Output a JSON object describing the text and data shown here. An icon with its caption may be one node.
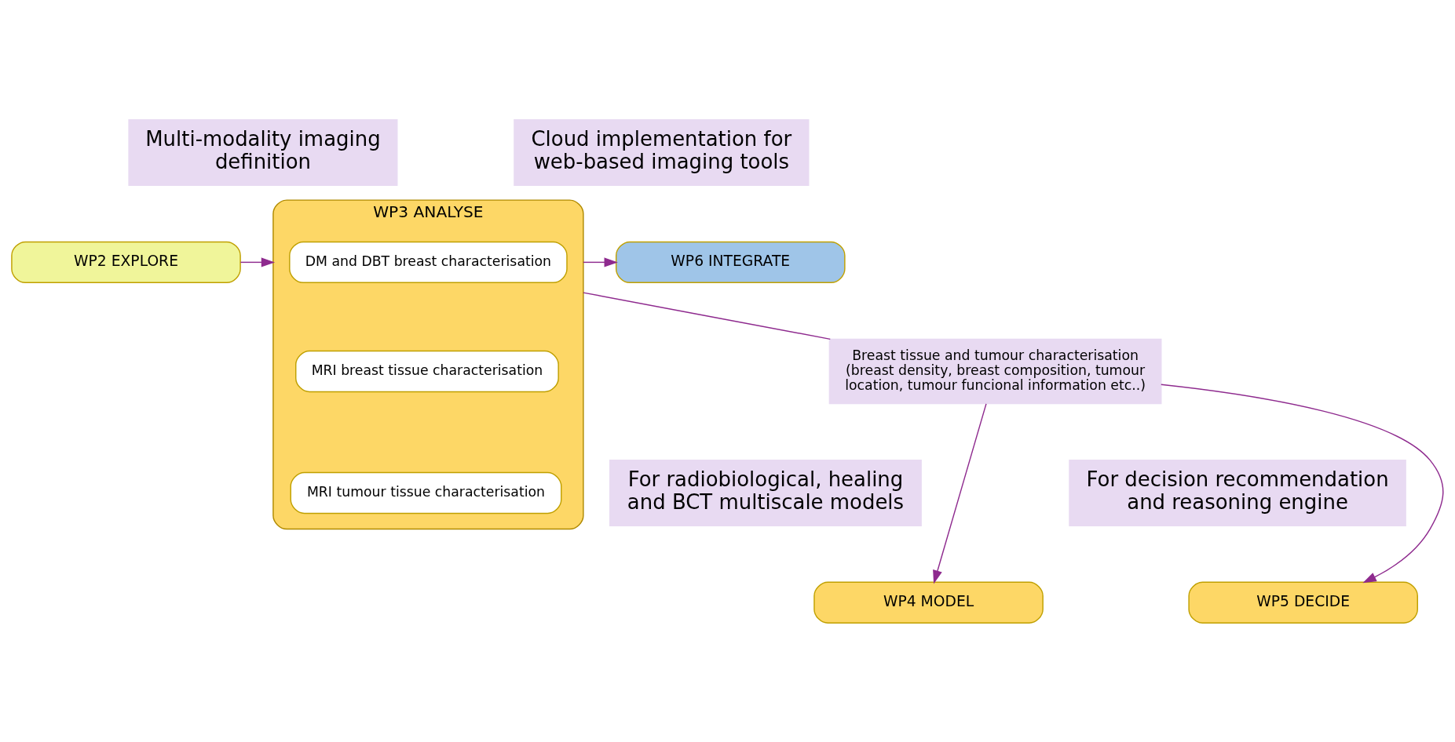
{
  "diagram": {
    "nodes": [
      {
        "text": [
          "Multi-modality imaging definition"
        ]
      },
      {
        "text": [
          "WP3 ANALYSE"
        ]
      },
      {
        "text": [
          "DM and DBT breast characterisation"
        ],
        "in": 1
      },
      {
        "text": [
          "MRI breast tissue characterisation"
        ],
        "in": 1
      },
      {
        "text": [
          "MRI tumour tissue characterisation"
        ],
        "in": 1
      },
      {
        "text": [
          "Cloud implementation for web-based imaging tools"
        ]
      },
      {
        "text": [
          "WP2 EXPLORE"
        ]
      },
      {
        "text": [
          "WP6 INTEGRATE"
        ]
      },
      {
        "text": [
          "Breast tissue and tumour characterisation (breast density, breast composition, tumour location, tumour funcional information etc..)"
        ]
      },
      {
        "text": [
          "For radiobiological, healing and BCT multiscale models"
        ]
      },
      {
        "text": [
          "For decision recommendation and reasoning engine"
        ]
      },
      {
        "text": [
          "WP4 MODEL"
        ]
      },
      {
        "text": [
          "WP5 DECIDE"
        ]
      }
    ],
    "edges": [
      {
        "from": 6,
        "to": 1,
        "arrow": "to"
      },
      {
        "from": 1,
        "to": 7,
        "arrow": "to"
      },
      {
        "from": 1,
        "to": 8,
        "arrow": "none"
      },
      {
        "from": 8,
        "to": 11,
        "arrow": "to"
      },
      {
        "from": 8,
        "to": 12,
        "arrow": "to"
      }
    ]
  }
}
